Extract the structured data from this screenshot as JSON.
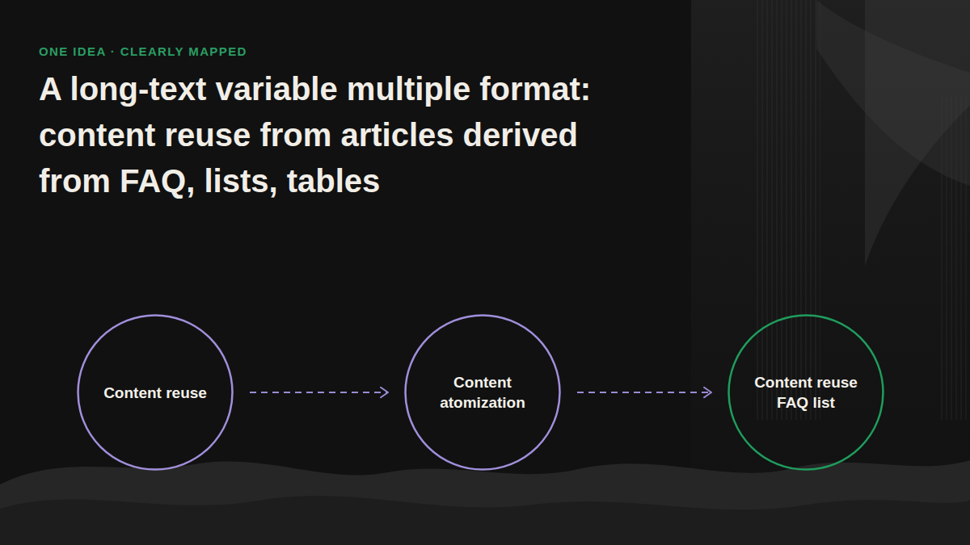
{
  "diagram": {
    "title": "A long-text variable multiple format: content reuse from articles derived from FAQ, lists, tables",
    "nodes": [
      {
        "text": [
          "Content reuse"
        ]
      },
      {
        "text": [
          "Content atomization"
        ]
      },
      {
        "text": [
          "Content reuse FAQ list"
        ]
      }
    ],
    "edges": [
      {
        "from": 0,
        "to": 1,
        "arrow": "to"
      },
      {
        "from": 1,
        "to": 2,
        "arrow": "to"
      }
    ],
    "labels": [
      "ONE IDEA · CLEARLY MAPPED"
    ]
  }
}
